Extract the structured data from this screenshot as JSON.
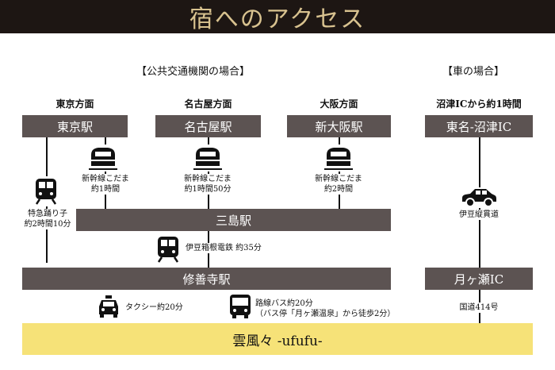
{
  "header": {
    "title": "宿へのアクセス"
  },
  "sections": {
    "public": "【公共交通機関の場合】",
    "car": "【車の場合】"
  },
  "directions": {
    "tokyo": "東京方面",
    "nagoya": "名古屋方面",
    "osaka": "大阪方面",
    "numazu": "沼津ICから約1時間"
  },
  "stations": {
    "tokyo": "東京駅",
    "nagoya": "名古屋駅",
    "shinosaka": "新大阪駅",
    "tomei": "東名-沼津IC",
    "mishima": "三島駅",
    "shuzenji": "修善寺駅",
    "tsukigase": "月ヶ瀬IC"
  },
  "routes": {
    "odoriko": [
      "特急踊り子",
      "約2時間10分"
    ],
    "shinkansen_tokyo": [
      "新幹線こだま",
      "約1時間"
    ],
    "shinkansen_nagoya": [
      "新幹線こだま",
      "約1時間50分"
    ],
    "shinkansen_osaka": [
      "新幹線こだま",
      "約2時間"
    ],
    "izuhakone": "伊豆箱根電鉄 約35分",
    "izujuukan": "伊豆縦貫道",
    "taxi": "タクシー約20分",
    "bus": [
      "路線バス約20分",
      "（バス停「月ヶ瀬温泉」から徒歩2分）"
    ],
    "route414": "国道414号"
  },
  "icons": [
    "shinkansen-icon",
    "train-icon",
    "car-icon",
    "taxi-icon",
    "bus-icon"
  ],
  "destination": "雲風々 -ufufu-",
  "colors": {
    "header_bg": "#1d1613",
    "header_text": "#d8c28f",
    "bar_bg": "#5c5352",
    "destination_bg": "#f6e278"
  }
}
